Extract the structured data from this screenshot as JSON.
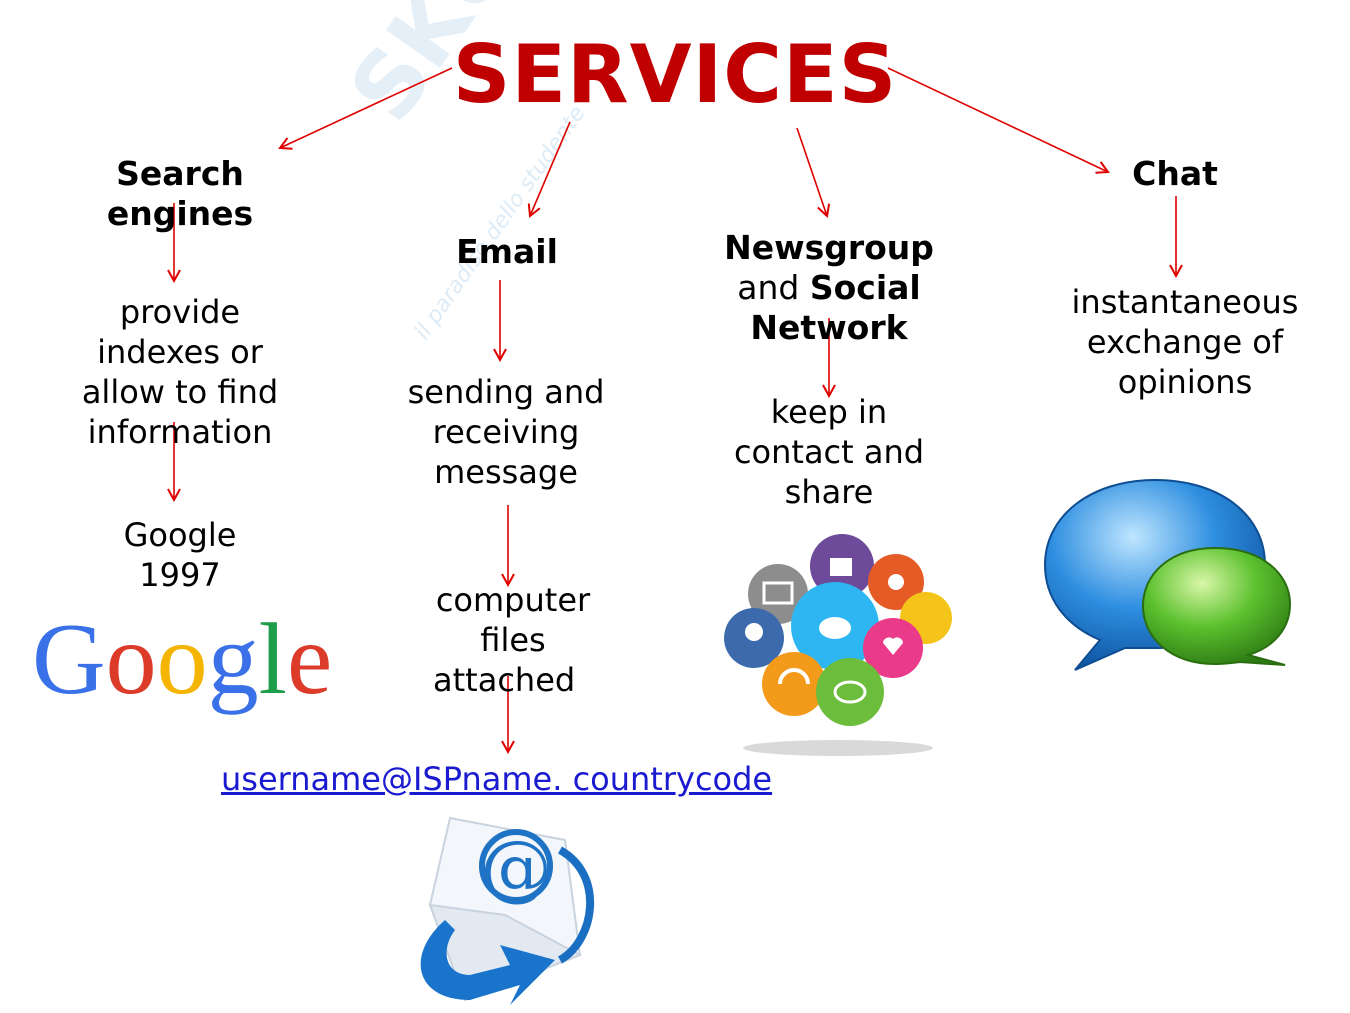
{
  "title": "SERVICES",
  "columns": [
    {
      "heading": [
        "Search",
        "engines"
      ],
      "description": [
        "provide",
        "indexes or",
        "allow to find",
        "information"
      ],
      "example": [
        "Google",
        "1997"
      ]
    },
    {
      "heading": [
        "Email"
      ],
      "description": [
        "sending and",
        "receiving",
        "message"
      ],
      "detail": [
        "computer",
        "files",
        "attached"
      ],
      "address": "username@ISPname. countrycode"
    },
    {
      "heading_line1": "Newsgroup",
      "heading_line2_regular": "and ",
      "heading_line2_bold": "Social",
      "heading_line3": "Network",
      "description": [
        "keep in",
        "contact and",
        "share"
      ]
    },
    {
      "heading": [
        "Chat"
      ],
      "description": [
        "instantaneous",
        "exchange of",
        "opinions"
      ]
    }
  ],
  "logos": {
    "google": "Google"
  },
  "watermark": {
    "brand": "SKUOLA.NET",
    "tagline": "il paradiso dello studente"
  },
  "colors": {
    "title": "#c00000",
    "arrow": "#e00000",
    "link": "#1a1ad0"
  },
  "icons": [
    "google-logo",
    "social-network-bubbles-icon",
    "chat-bubbles-icon",
    "email-envelope-icon"
  ]
}
